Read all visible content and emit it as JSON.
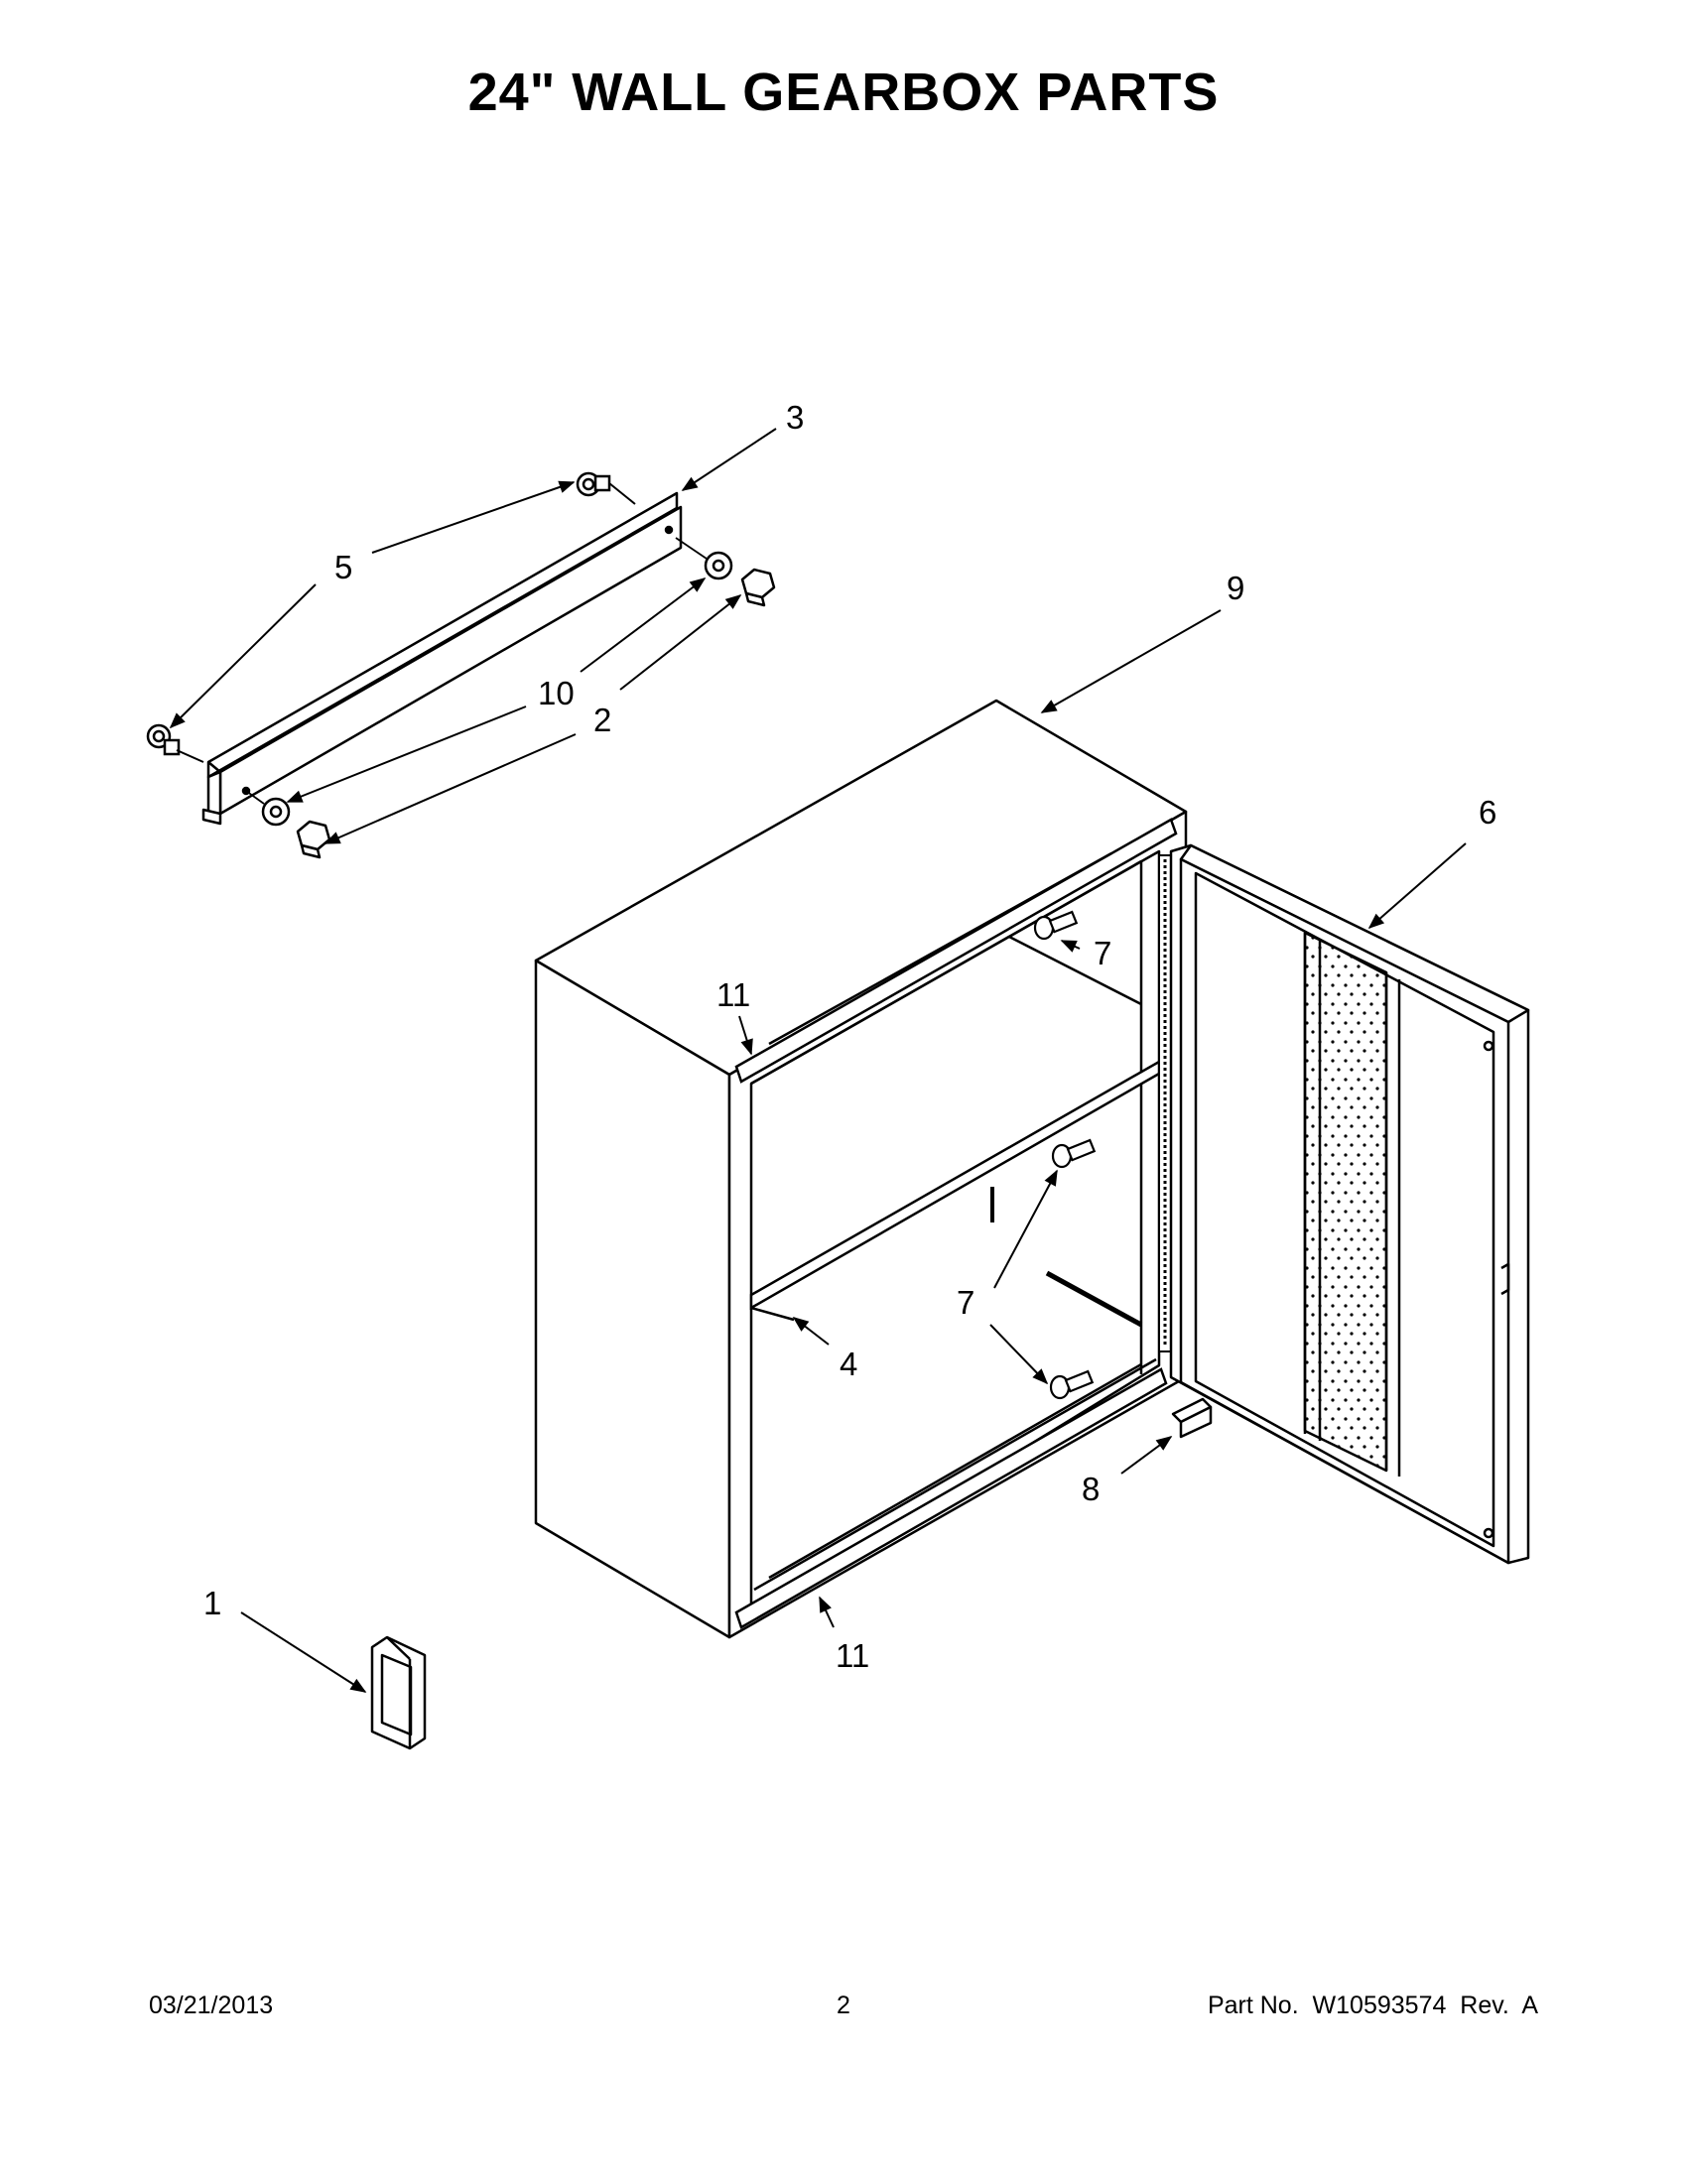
{
  "page": {
    "title": "24\" WALL GEARBOX PARTS"
  },
  "callouts": {
    "c1": "1",
    "c2": "2",
    "c3": "3",
    "c4": "4",
    "c5": "5",
    "c6": "6",
    "c7a": "7",
    "c7b": "7",
    "c8": "8",
    "c9": "9",
    "c10": "10",
    "c11a": "11",
    "c11b": "11"
  },
  "footer": {
    "date": "03/21/2013",
    "page_number": "2",
    "part_number": "Part No.  W10593574  Rev.  A"
  }
}
